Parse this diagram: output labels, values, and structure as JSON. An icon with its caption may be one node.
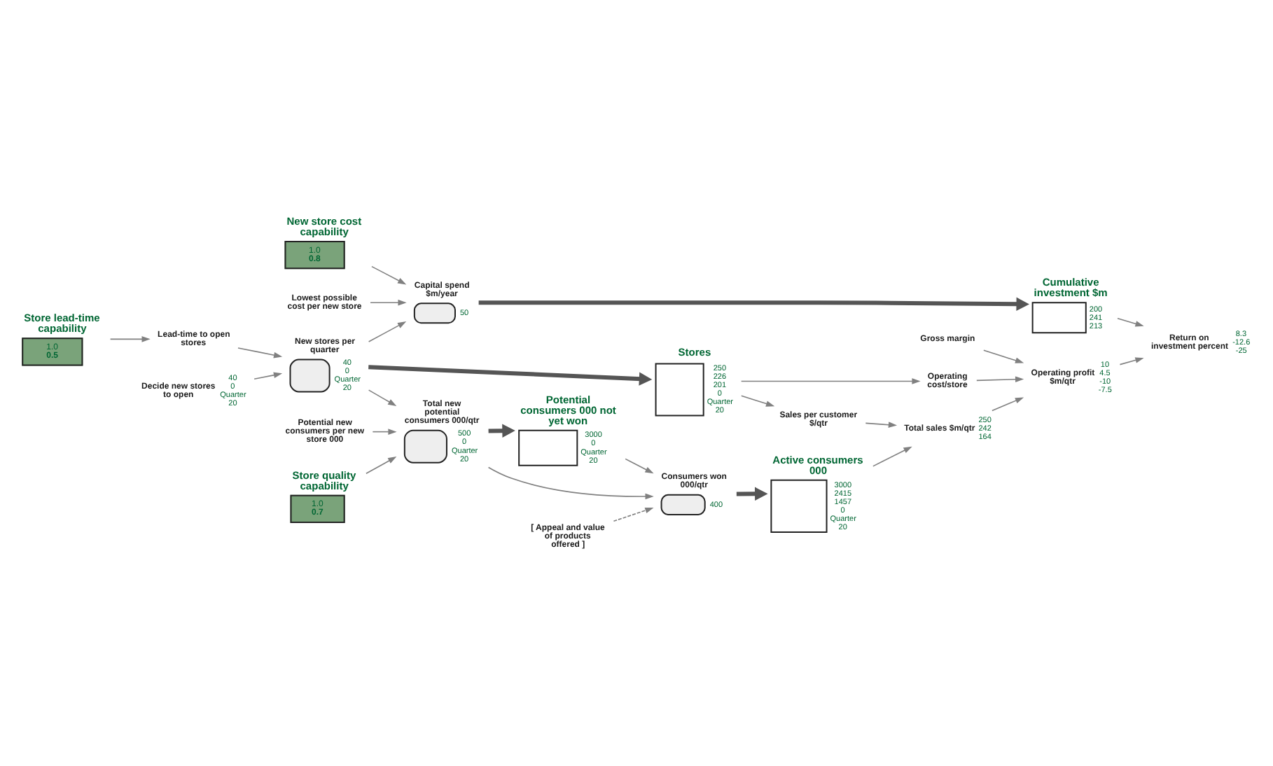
{
  "diagram": {
    "nodes": [
      {
        "text": [
          "New store cost capability",
          "1.0",
          "0.8"
        ]
      },
      {
        "text": [
          "Lowest possible cost per new store"
        ]
      },
      {
        "text": [
          "Capital spend $m/year"
        ],
        "beside": [
          "50"
        ]
      },
      {
        "text": [
          "Cumulative investment $m"
        ],
        "beside": [
          "200",
          "241",
          "213"
        ]
      },
      {
        "text": [
          "Return on investment percent"
        ],
        "beside": [
          "8.3",
          "-12.6",
          "-25"
        ]
      },
      {
        "text": [
          "Operating profit $m/qtr"
        ],
        "beside": [
          "10",
          "4.5",
          "-10",
          "-7.5"
        ]
      },
      {
        "text": [
          "Store lead-time capability",
          "1.0",
          "0.5"
        ]
      },
      {
        "text": [
          "Lead-time to open stores"
        ]
      },
      {
        "text": [
          "New stores per quarter"
        ],
        "beside": [
          "40",
          "0",
          "Quarter",
          "20"
        ]
      },
      {
        "text": [
          "Stores"
        ],
        "beside": [
          "250",
          "226",
          "201",
          "0",
          "Quarter",
          "20"
        ]
      },
      {
        "text": [
          "Gross margin"
        ]
      },
      {
        "text": [
          "Operating cost/store"
        ]
      },
      {
        "text": [
          "Decide new stores to open"
        ],
        "beside": [
          "40",
          "0",
          "Quarter",
          "20"
        ]
      },
      {
        "text": [
          "Sales per customer $/qtr"
        ]
      },
      {
        "text": [
          "Total sales $m/qtr"
        ],
        "beside": [
          "250",
          "242",
          "164"
        ]
      },
      {
        "text": [
          "Potential new consumers per new store 000"
        ]
      },
      {
        "text": [
          "Total new potential consumers 000/qtr"
        ],
        "beside": [
          "500",
          "0",
          "Quarter",
          "20"
        ]
      },
      {
        "text": [
          "Potential consumers 000 not yet won"
        ],
        "beside": [
          "3000",
          "0",
          "Quarter",
          "20"
        ]
      },
      {
        "text": [
          "Consumers won 000/qtr"
        ],
        "beside": [
          "400"
        ]
      },
      {
        "text": [
          "Active consumers 000"
        ],
        "beside": [
          "3000",
          "2415",
          "1457",
          "0",
          "Quarter",
          "20"
        ]
      },
      {
        "text": [
          "Store quality capability",
          "1.0",
          "0.7"
        ]
      },
      {
        "text": [
          "[ Appeal and value of products offered ]"
        ]
      }
    ],
    "edges": [
      {
        "from": 0,
        "to": 2,
        "arrow": "to"
      },
      {
        "from": 1,
        "to": 2,
        "arrow": "to"
      },
      {
        "from": 2,
        "to": 3,
        "arrow": "to",
        "style": "thick"
      },
      {
        "from": 8,
        "to": 2,
        "arrow": "to"
      },
      {
        "from": 3,
        "to": 4,
        "arrow": "to"
      },
      {
        "from": 5,
        "to": 4,
        "arrow": "to"
      },
      {
        "from": 6,
        "to": 7,
        "arrow": "to"
      },
      {
        "from": 7,
        "to": 8,
        "arrow": "to"
      },
      {
        "from": 12,
        "to": 8,
        "arrow": "to"
      },
      {
        "from": 8,
        "to": 9,
        "arrow": "to",
        "style": "thick"
      },
      {
        "from": 9,
        "to": 11,
        "arrow": "to"
      },
      {
        "from": 9,
        "to": 13,
        "arrow": "to"
      },
      {
        "from": 10,
        "to": 5,
        "arrow": "to"
      },
      {
        "from": 11,
        "to": 5,
        "arrow": "to"
      },
      {
        "from": 14,
        "to": 5,
        "arrow": "to"
      },
      {
        "from": 13,
        "to": 14,
        "arrow": "to"
      },
      {
        "from": 19,
        "to": 14,
        "arrow": "to"
      },
      {
        "from": 8,
        "to": 16,
        "arrow": "to"
      },
      {
        "from": 15,
        "to": 16,
        "arrow": "to"
      },
      {
        "from": 20,
        "to": 16,
        "arrow": "to"
      },
      {
        "from": 16,
        "to": 17,
        "arrow": "to",
        "style": "thick"
      },
      {
        "from": 17,
        "to": 18,
        "arrow": "to"
      },
      {
        "from": 16,
        "to": 18,
        "arrow": "to"
      },
      {
        "from": 21,
        "to": 18,
        "arrow": "to",
        "style": "dashed"
      },
      {
        "from": 18,
        "to": 19,
        "arrow": "to",
        "style": "thick"
      }
    ]
  }
}
